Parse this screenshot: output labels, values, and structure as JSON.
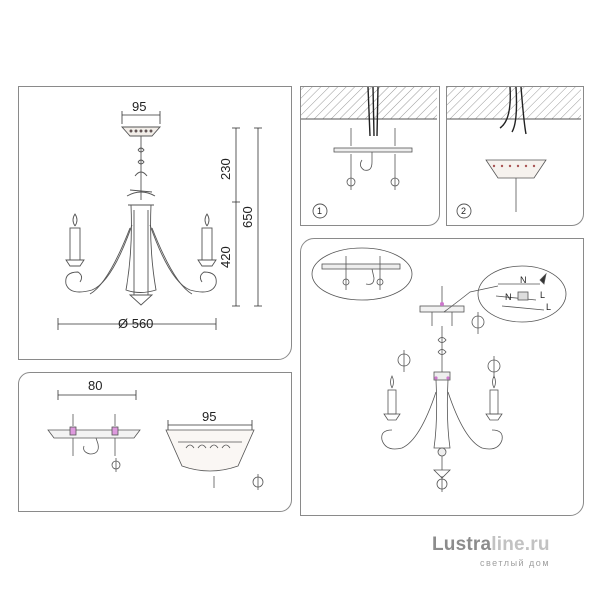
{
  "dimensions": {
    "top_width": "95",
    "height_upper": "230",
    "height_lower": "420",
    "height_total": "650",
    "diameter": "Ø 560",
    "bracket_width": "80",
    "canopy_width": "95"
  },
  "steps": {
    "step1": "1",
    "step2": "2"
  },
  "wiring": {
    "n1": "N",
    "n2": "N",
    "l1": "L",
    "l2": "L"
  },
  "logo": {
    "brand_part1": "Lustra",
    "brand_part2": "line.ru",
    "tagline": "светлый дом"
  }
}
